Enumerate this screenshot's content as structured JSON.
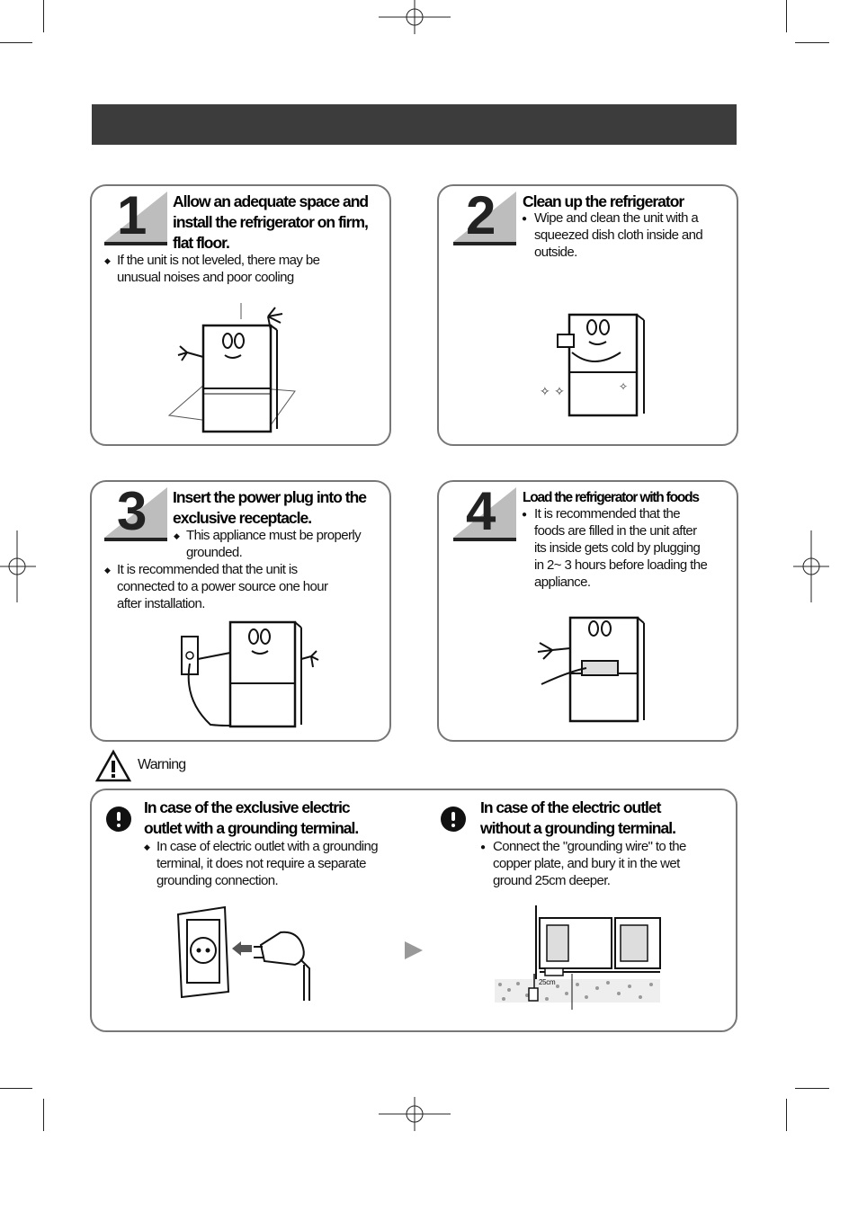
{
  "panels": [
    {
      "number": "1",
      "title_lines": [
        "Allow an adequate space and",
        "install the refrigerator on firm,",
        "flat floor."
      ],
      "bullets": [
        [
          "If the unit is not leveled, there may be",
          "unusual noises and poor cooling"
        ]
      ]
    },
    {
      "number": "2",
      "title_lines": [
        "Clean up the refrigerator"
      ],
      "bullets": [
        [
          "Wipe and clean the unit with a",
          "squeezed dish cloth inside and",
          "outside."
        ]
      ]
    },
    {
      "number": "3",
      "title_lines": [
        "Insert the power plug into the",
        "exclusive receptacle."
      ],
      "bullets": [
        [
          "This appliance must be properly",
          "grounded."
        ],
        [
          "It is recommended that the unit is",
          "connected to a power source one hour",
          "after installation."
        ]
      ]
    },
    {
      "number": "4",
      "title_lines": [
        "Load the refrigerator with foods"
      ],
      "bullets": [
        [
          "It is recommended that the",
          "foods are filled in the unit after",
          "its inside gets cold by plugging",
          "in 2~ 3 hours before loading the",
          "appliance."
        ]
      ]
    }
  ],
  "warning": {
    "label": "Warning",
    "left": {
      "title_lines": [
        "In case of the exclusive electric",
        "outlet with a grounding terminal."
      ],
      "bullet": [
        "In case of electric outlet with a grounding",
        "terminal, it does not require a separate",
        "grounding connection."
      ]
    },
    "right": {
      "title_lines": [
        "In case of the electric outlet",
        "without a grounding terminal."
      ],
      "bullet": [
        "Connect the \"grounding wire\" to the",
        "copper plate, and bury it in the wet",
        "ground 25cm deeper."
      ],
      "depth_label": "25cm"
    }
  },
  "icons": [
    "warning-triangle-icon",
    "caution-circle-icon",
    "arrow-right-icon",
    "arrow-left-icon"
  ]
}
